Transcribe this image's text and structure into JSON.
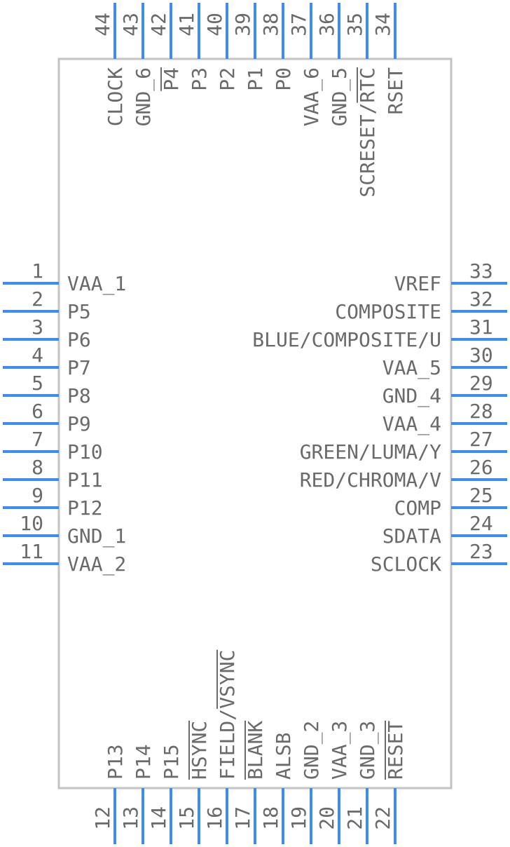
{
  "component": {
    "colors": {
      "pin": "#3e8ee8",
      "body_outline": "#c3c3c3",
      "text": "#6a6a6a"
    },
    "pins_left": [
      {
        "number": "1",
        "name": "VAA_1",
        "active_low": false
      },
      {
        "number": "2",
        "name": "P5",
        "active_low": false
      },
      {
        "number": "3",
        "name": "P6",
        "active_low": false
      },
      {
        "number": "4",
        "name": "P7",
        "active_low": false
      },
      {
        "number": "5",
        "name": "P8",
        "active_low": false
      },
      {
        "number": "6",
        "name": "P9",
        "active_low": false
      },
      {
        "number": "7",
        "name": "P10",
        "active_low": false
      },
      {
        "number": "8",
        "name": "P11",
        "active_low": false
      },
      {
        "number": "9",
        "name": "P12",
        "active_low": false
      },
      {
        "number": "10",
        "name": "GND_1",
        "active_low": false
      },
      {
        "number": "11",
        "name": "VAA_2",
        "active_low": false
      }
    ],
    "pins_right": [
      {
        "number": "33",
        "name": "VREF",
        "active_low": false
      },
      {
        "number": "32",
        "name": "COMPOSITE",
        "active_low": false
      },
      {
        "number": "31",
        "name": "BLUE/COMPOSITE/U",
        "active_low": false
      },
      {
        "number": "30",
        "name": "VAA_5",
        "active_low": false
      },
      {
        "number": "29",
        "name": "GND_4",
        "active_low": false
      },
      {
        "number": "28",
        "name": "VAA_4",
        "active_low": false
      },
      {
        "number": "27",
        "name": "GREEN/LUMA/Y",
        "active_low": false
      },
      {
        "number": "26",
        "name": "RED/CHROMA/V",
        "active_low": false
      },
      {
        "number": "25",
        "name": "COMP",
        "active_low": false
      },
      {
        "number": "24",
        "name": "SDATA",
        "active_low": false
      },
      {
        "number": "23",
        "name": "SCLOCK",
        "active_low": false
      }
    ],
    "pins_top": [
      {
        "number": "44",
        "name": "CLOCK",
        "active_low": false
      },
      {
        "number": "43",
        "name": "GND_6",
        "active_low": false
      },
      {
        "number": "42",
        "name": "P4",
        "active_low": true
      },
      {
        "number": "41",
        "name": "P3",
        "active_low": false
      },
      {
        "number": "40",
        "name": "P2",
        "active_low": false
      },
      {
        "number": "39",
        "name": "P1",
        "active_low": false
      },
      {
        "number": "38",
        "name": "P0",
        "active_low": false
      },
      {
        "number": "37",
        "name": "VAA_6",
        "active_low": false
      },
      {
        "number": "36",
        "name": "GND_5",
        "active_low": false
      },
      {
        "number": "35",
        "name": "SCRESET/RTC",
        "active_low": true
      },
      {
        "number": "34",
        "name": "RSET",
        "active_low": false
      }
    ],
    "pins_bottom": [
      {
        "number": "12",
        "name": "P13",
        "active_low": false
      },
      {
        "number": "13",
        "name": "P14",
        "active_low": false
      },
      {
        "number": "14",
        "name": "P15",
        "active_low": false
      },
      {
        "number": "15",
        "name": "HSYNC",
        "active_low": true
      },
      {
        "number": "16",
        "name": "FIELD/VSYNC",
        "active_low": true
      },
      {
        "number": "17",
        "name": "BLANK",
        "active_low": true
      },
      {
        "number": "18",
        "name": "ALSB",
        "active_low": false
      },
      {
        "number": "19",
        "name": "GND_2",
        "active_low": false
      },
      {
        "number": "20",
        "name": "VAA_3",
        "active_low": false
      },
      {
        "number": "21",
        "name": "GND_3",
        "active_low": false
      },
      {
        "number": "22",
        "name": "RESET",
        "active_low": true
      }
    ]
  }
}
